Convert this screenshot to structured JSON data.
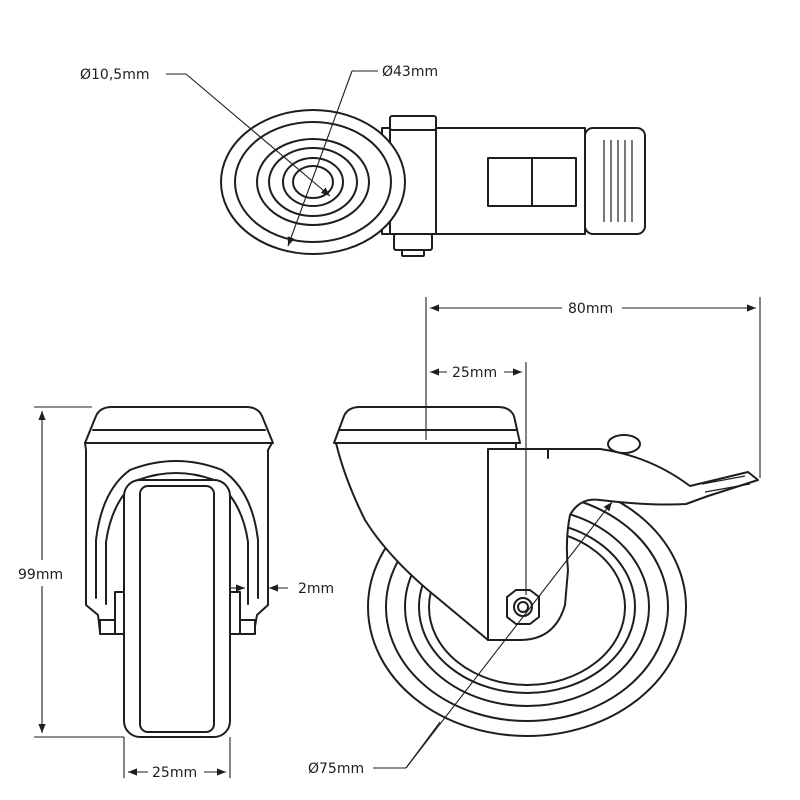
{
  "dimensions": {
    "bolt_hole_diameter": "Ø10,5mm",
    "plate_diameter": "Ø43mm",
    "total_length": "80mm",
    "offset": "25mm",
    "total_height": "99mm",
    "side_gap": "2mm",
    "wheel_width": "25mm",
    "wheel_diameter": "Ø75mm"
  }
}
